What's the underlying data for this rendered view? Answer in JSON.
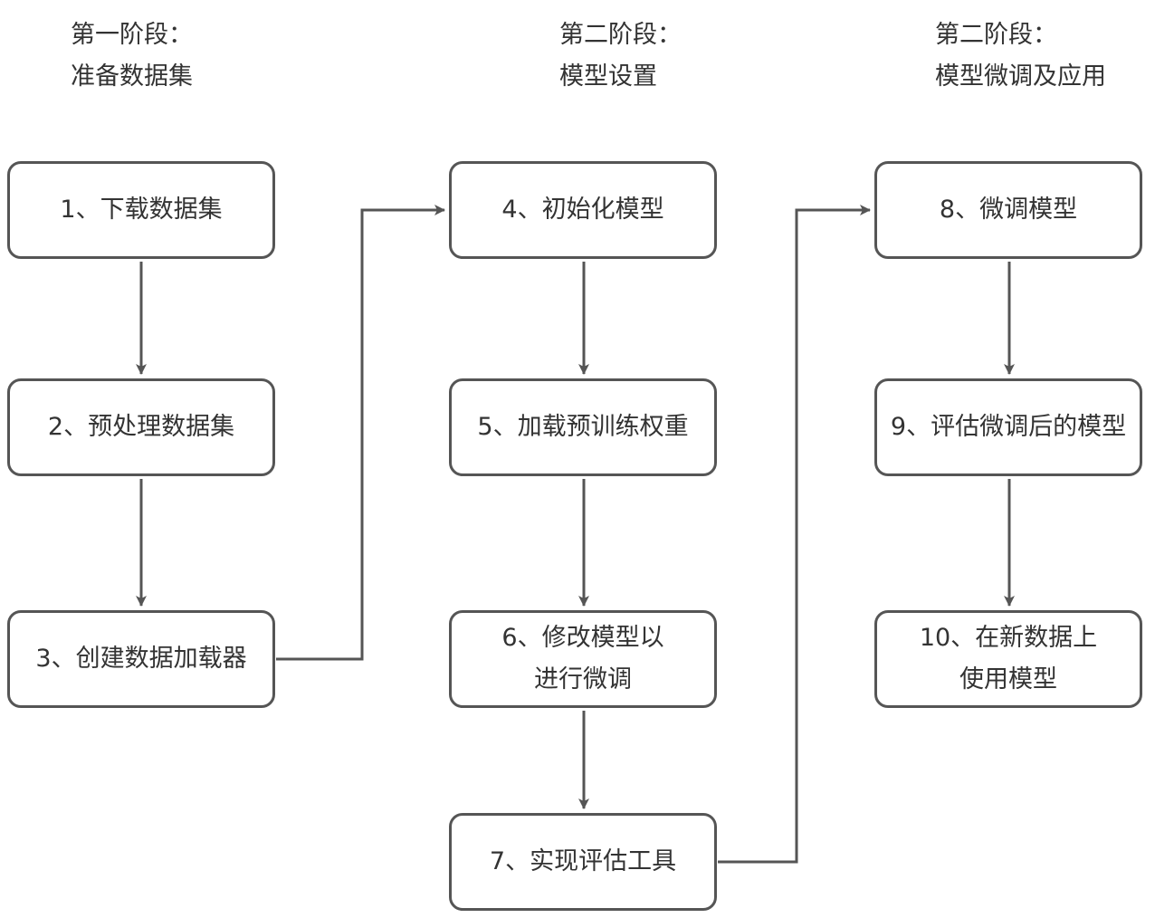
{
  "stages": [
    {
      "line1": "第一阶段：",
      "line2": "准备数据集"
    },
    {
      "line1": "第二阶段：",
      "line2": "模型设置"
    },
    {
      "line1": "第二阶段：",
      "line2": "模型微调及应用"
    }
  ],
  "steps": [
    {
      "line1": "1、下载数据集"
    },
    {
      "line1": "2、预处理数据集"
    },
    {
      "line1": "3、创建数据加载器"
    },
    {
      "line1": "4、初始化模型"
    },
    {
      "line1": "5、加载预训练权重"
    },
    {
      "line1": "6、修改模型以",
      "line2": "进行微调"
    },
    {
      "line1": "7、实现评估工具"
    },
    {
      "line1": "8、微调模型"
    },
    {
      "line1": "9、评估微调后的模型"
    },
    {
      "line1": "10、在新数据上",
      "line2": "使用模型"
    }
  ],
  "colors": {
    "line": "#555555",
    "text": "#333333",
    "background": "#ffffff"
  }
}
